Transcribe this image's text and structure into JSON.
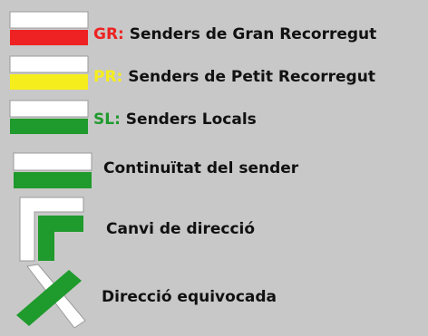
{
  "colors": {
    "background": "#c8c8c8",
    "white": "#ffffff",
    "gr": "#ee2222",
    "pr": "#f5ee1c",
    "sl": "#1f9a2c",
    "continuity": "#1f9a2c",
    "text": "#111111"
  },
  "legend": {
    "gr": {
      "code": "GR:",
      "label": "Senders de Gran Recorregut"
    },
    "pr": {
      "code": "PR:",
      "label": "Senders de Petit Recorregut"
    },
    "sl": {
      "code": "SL:",
      "label": "Senders Locals"
    },
    "continuity": {
      "label": "Continuïtat del sender"
    },
    "change": {
      "label": "Canvi de direcció"
    },
    "wrong": {
      "label": "Direcció equivocada"
    }
  }
}
